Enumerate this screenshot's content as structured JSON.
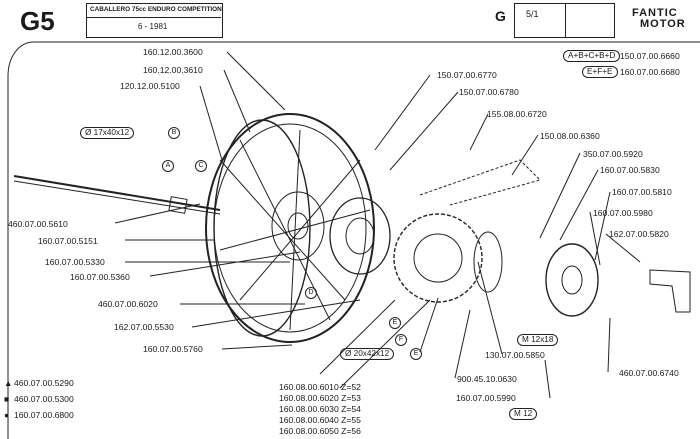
{
  "header": {
    "section": "G5",
    "model_line": "CABALLERO 75cc ENDURO COMPETITION",
    "date": "6 - 1981",
    "group": "G",
    "sheet": "5/1",
    "brand_top": "FANTIC",
    "brand_bottom": "MOTOR"
  },
  "callouts": {
    "p1": "160.12.00.3600",
    "p2": "160.12.00.3610",
    "p3": "120.12.00.5100",
    "p4": "460.07.00.5610",
    "p5": "160.07.00.5151",
    "p6": "160.07.00.5330",
    "p7": "160.07.00.5360",
    "p8": "460.07.00.6020",
    "p9": "162.07.00.5530",
    "p10": "160.07.00.5760",
    "p11": "150.07.00.6770",
    "p12": "150.07.00.6780",
    "p13": "155.08.00.6720",
    "p14": "150.08.00.6360",
    "p15": "350.07.00.5920",
    "p16": "160.07.00.5830",
    "p17": "160.07.00.5810",
    "p18": "160.07.00.5980",
    "p19": "162.07.00.5820",
    "p20": "130.07.00.5850",
    "p21": "900.45.10.0630",
    "p22": "160.07.00.5990",
    "p23": "460.07.00.6740",
    "p24": "150.07.00.6660",
    "p25": "160.07.00.6680"
  },
  "pills": {
    "axle": "Ø 17x40x12",
    "bearing": "Ø 20x42x12",
    "bolt": "M 12x18",
    "nut": "M 12",
    "combo1": "A+B+C+B+D",
    "combo2": "E+F+E"
  },
  "letters": {
    "a": "A",
    "b": "B",
    "c": "C",
    "d": "D",
    "e": "E",
    "f": "F"
  },
  "sprockets": [
    "160.08.00.6010 Z=52",
    "160.08.00.6020 Z=53",
    "160.08.00.6030 Z=54",
    "160.08.00.6040 Z=55",
    "160.08.00.6050 Z=56"
  ],
  "legend": [
    {
      "symbol": "▲",
      "code": "460.07.00.5290"
    },
    {
      "symbol": "■",
      "code": "460.07.00.5300"
    },
    {
      "symbol": "●",
      "code": "160.07.00.6800"
    }
  ]
}
